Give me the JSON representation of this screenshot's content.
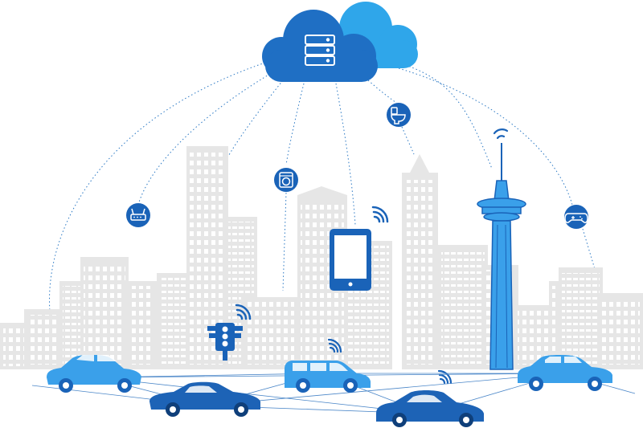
{
  "colors": {
    "cloud_dark": "#1f6fc4",
    "cloud_light": "#2fa6ea",
    "device_blue": "#1a63b8",
    "car_light": "#3aa0ea",
    "car_dark": "#1d63b6",
    "building": "#e6e6e6",
    "window": "#ffffff",
    "link_line": "#2a78c4",
    "network_line": "#4a86c8"
  },
  "scene": {
    "cloud": {
      "icon": "server-stack-icon"
    },
    "devices": [
      {
        "name": "router-icon"
      },
      {
        "name": "washing-machine-icon"
      },
      {
        "name": "toilet-icon"
      },
      {
        "name": "gamepad-icon"
      },
      {
        "name": "smartphone-icon"
      },
      {
        "name": "traffic-light-icon"
      }
    ],
    "landmarks": [
      "tv-tower"
    ],
    "vehicles": [
      "sedan",
      "sports-car",
      "minivan",
      "coupe",
      "suv"
    ],
    "wifi_signal": "wifi-signal-icon"
  }
}
